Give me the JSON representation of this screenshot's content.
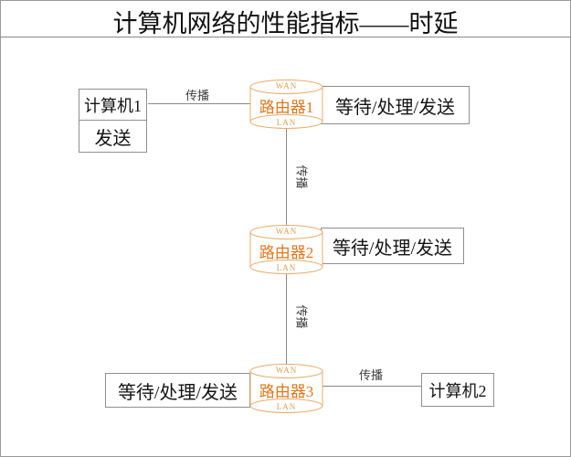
{
  "title": "计算机网络的性能指标——时延",
  "nodes": {
    "computer1": {
      "name": "计算机1",
      "action": "发送"
    },
    "computer2": {
      "name": "计算机2"
    },
    "router1": {
      "name": "路由器1"
    },
    "router2": {
      "name": "路由器2"
    },
    "router3": {
      "name": "路由器3"
    },
    "port_top": "WAN",
    "port_bottom": "LAN"
  },
  "labels": {
    "process": "等待/处理/发送",
    "propagation": "传播"
  },
  "colors": {
    "cylinder_stroke": "#e6ac6b",
    "router_text": "#e2761b",
    "port_text": "#d9a050",
    "line": "#878787",
    "box_border": "#8f8f8f",
    "text": "#141414"
  }
}
